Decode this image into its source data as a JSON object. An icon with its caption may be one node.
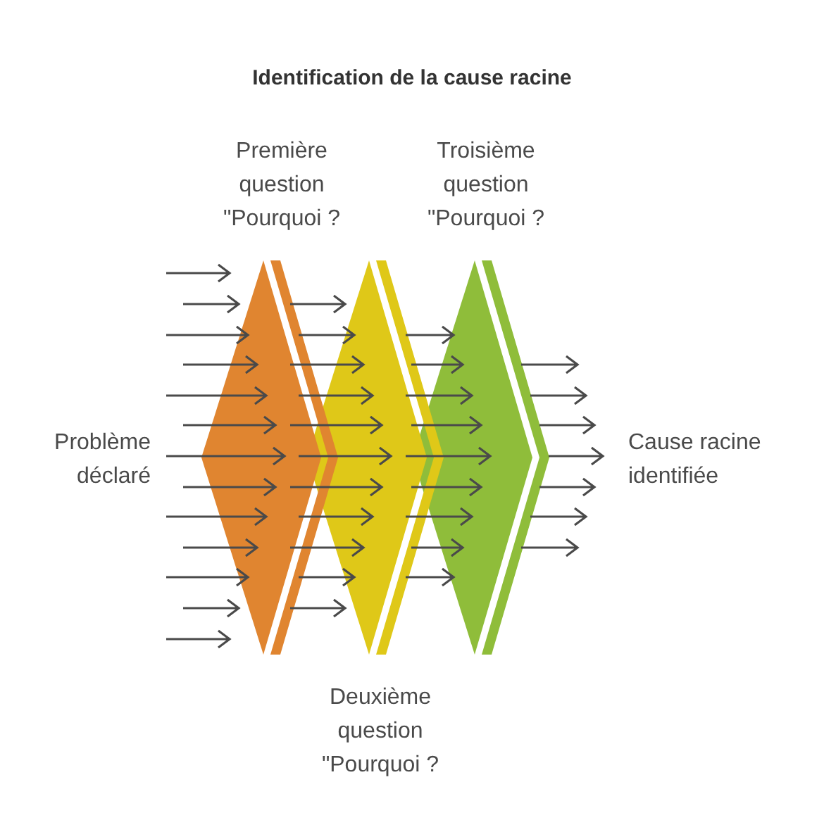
{
  "diagram": {
    "title": "Identification de la cause racine",
    "nodes": [
      {
        "text": [],
        "shape": "diamond",
        "beside": [
          "Première question \"Pourquoi ?"
        ]
      },
      {
        "text": [],
        "shape": "diamond",
        "beside": [
          "Deuxième question \"Pourquoi ?"
        ]
      },
      {
        "text": [],
        "shape": "diamond",
        "beside": [
          "Troisième question \"Pourquoi ?"
        ]
      }
    ],
    "edges": [
      {
        "from": 0,
        "to": 1,
        "arrow": "to"
      },
      {
        "from": 0,
        "to": 1,
        "arrow": "to"
      },
      {
        "from": 0,
        "to": 1,
        "arrow": "to"
      },
      {
        "from": 0,
        "to": 1,
        "arrow": "to"
      },
      {
        "from": 0,
        "to": 1,
        "arrow": "to"
      },
      {
        "from": 0,
        "to": 1,
        "arrow": "to"
      },
      {
        "from": 0,
        "to": 1,
        "arrow": "to"
      },
      {
        "from": 0,
        "to": 1,
        "arrow": "to"
      },
      {
        "from": 0,
        "to": 1,
        "arrow": "to"
      },
      {
        "from": 0,
        "to": 1,
        "arrow": "to"
      },
      {
        "from": 0,
        "to": 1,
        "arrow": "to"
      },
      {
        "from": 1,
        "to": 2,
        "arrow": "to"
      },
      {
        "from": 1,
        "to": 2,
        "arrow": "to"
      },
      {
        "from": 1,
        "to": 2,
        "arrow": "to"
      },
      {
        "from": 1,
        "to": 2,
        "arrow": "to"
      },
      {
        "from": 1,
        "to": 2,
        "arrow": "to"
      },
      {
        "from": 1,
        "to": 2,
        "arrow": "to"
      },
      {
        "from": 1,
        "to": 2,
        "arrow": "to"
      },
      {
        "from": 1,
        "to": 2,
        "arrow": "to"
      },
      {
        "from": 1,
        "to": 2,
        "arrow": "to"
      }
    ],
    "labels": [
      "Problème déclaré",
      "Cause racine identifiée"
    ]
  }
}
